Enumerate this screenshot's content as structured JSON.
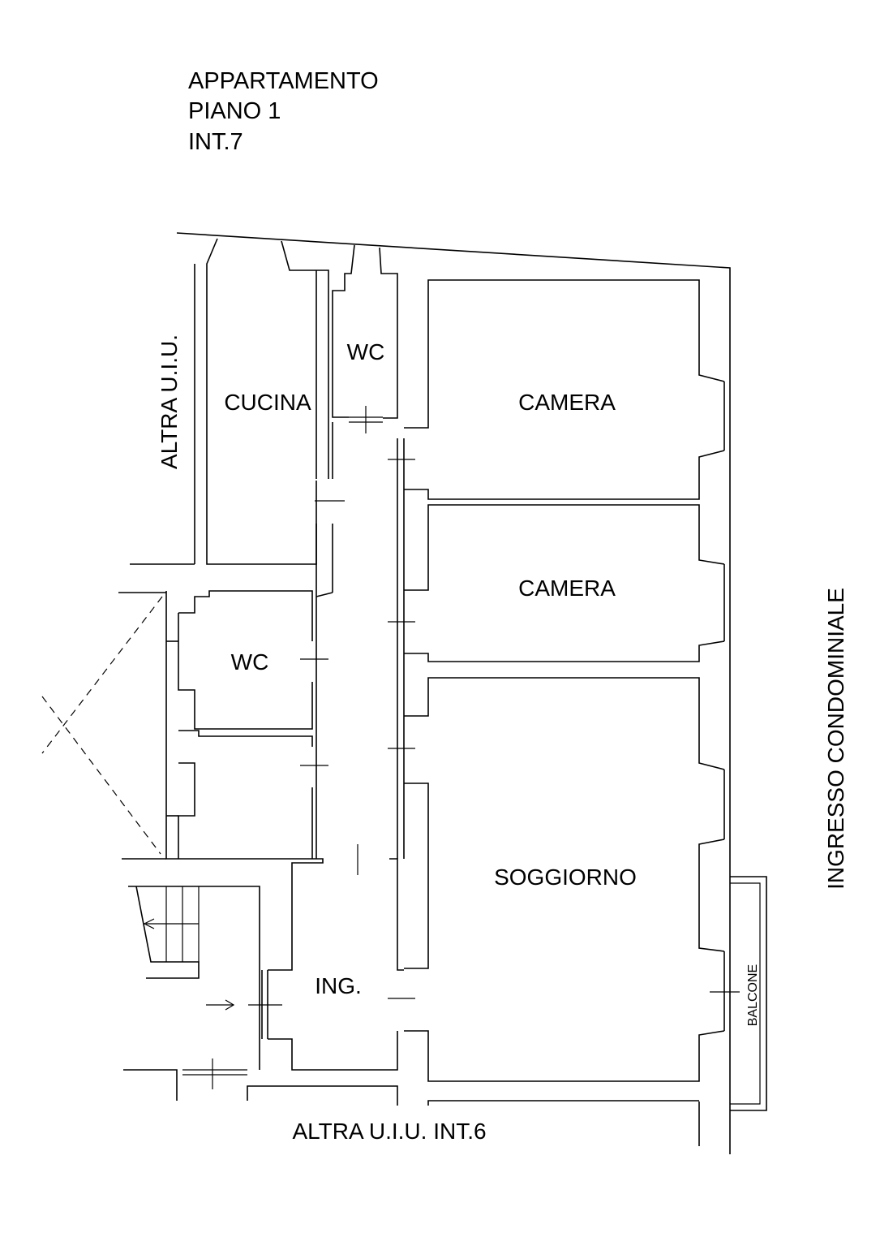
{
  "header": {
    "line1": "APPARTAMENTO",
    "line2": "PIANO 1",
    "line3": "INT.7"
  },
  "rooms": {
    "cucina": "CUCINA",
    "wc_top": "WC",
    "camera_1": "CAMERA",
    "camera_2": "CAMERA",
    "wc_left": "WC",
    "soggiorno": "SOGGIORNO",
    "ingresso": "ING.",
    "balcone": "BALCONE"
  },
  "neighbors": {
    "left": "ALTRA U.I.U.",
    "bottom": "ALTRA U.I.U. INT.6",
    "right": "INGRESSO CONDOMINIALE"
  }
}
